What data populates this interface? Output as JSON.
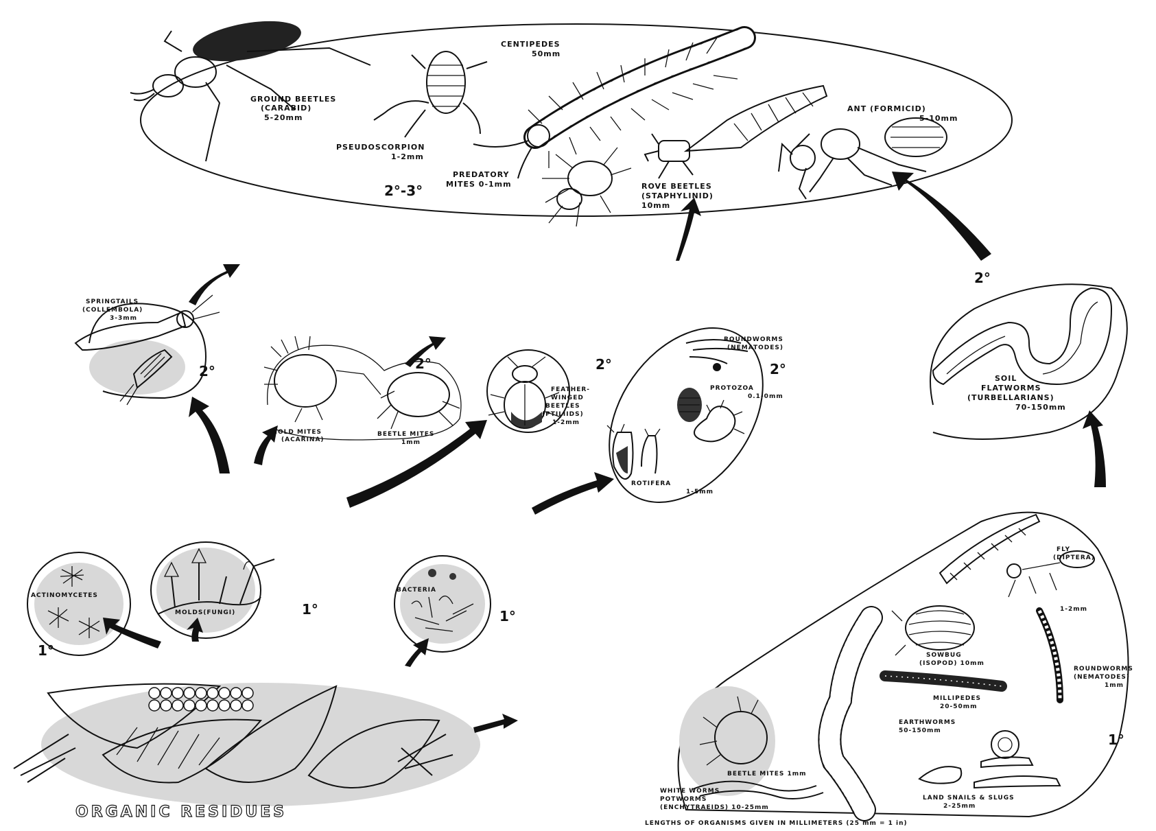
{
  "tertiary": {
    "ground_beetles": [
      "GROUND BEETLES",
      "(CARABID)",
      "5-20mm"
    ],
    "centipedes": [
      "CENTIPEDES",
      "50mm"
    ],
    "pseudoscorpion": [
      "PSEUDOSCORPION",
      "1-2mm"
    ],
    "predatory_mites": [
      "PREDATORY",
      "MITES 0-1mm"
    ],
    "rove_beetles": [
      "ROVE BEETLES",
      "(STAPHYLINID)",
      "10mm"
    ],
    "ant": [
      "ANT (FORMICID)",
      "5-10mm"
    ],
    "level": "2°-3°"
  },
  "secondary": {
    "springtails": [
      "SPRINGTAILS",
      "(COLLEMBOLA)",
      "3-3mm"
    ],
    "springtails_level": "2°",
    "mold_mites": [
      "MOLD MITES",
      "(ACARINA)"
    ],
    "beetle_mites": [
      "BEETLE MITES",
      "1mm"
    ],
    "mites_level": "2°",
    "feather_beetles": [
      "FEATHER-",
      "WINGED",
      "BEETLES",
      "(PTILIIDS)",
      "1-2mm"
    ],
    "feather_level": "2°",
    "roundworms": [
      "ROUNDWORMS",
      "(NEMATODES)"
    ],
    "protozoa": [
      "PROTOZOA",
      "0.1-0mm"
    ],
    "rotifera": [
      "ROTIFERA",
      "1-5mm"
    ],
    "protozoa_level": "2°",
    "flatworms": [
      "SOIL",
      "FLATWORMS",
      "(TURBELLARIANS)",
      "70-150mm"
    ],
    "flatworms_level": "2°"
  },
  "primary": {
    "actinomycetes": "ACTINOMYCETES",
    "molds": "MOLDS(FUNGI)",
    "bacteria": "BACTERIA",
    "actino_level": "1°",
    "molds_level": "1°",
    "bacteria_level": "1°",
    "residues": "ORGANIC RESIDUES"
  },
  "detritivores": {
    "fly": [
      "FLY",
      "(DIPTERA)",
      "1-2mm"
    ],
    "sowbug": [
      "SOWBUG",
      "(ISOPOD) 10mm"
    ],
    "roundworms": [
      "ROUNDWORMS",
      "(NEMATODES)",
      "1mm"
    ],
    "millipedes": [
      "MILLIPEDES",
      "20-50mm"
    ],
    "earthworms": [
      "EARTHWORMS",
      "50-150mm"
    ],
    "beetle_mites": "BEETLE MITES 1mm",
    "white_worms": [
      "WHITE WORMS",
      "POTWORMS",
      "(ENCHYTRAEIDS) 10-25mm"
    ],
    "snails": [
      "LAND SNAILS & SLUGS",
      "2-25mm"
    ],
    "level": "1°",
    "footnote": "LENGTHS OF ORGANISMS GIVEN IN MILLIMETERS (25 mm = 1 in)"
  }
}
